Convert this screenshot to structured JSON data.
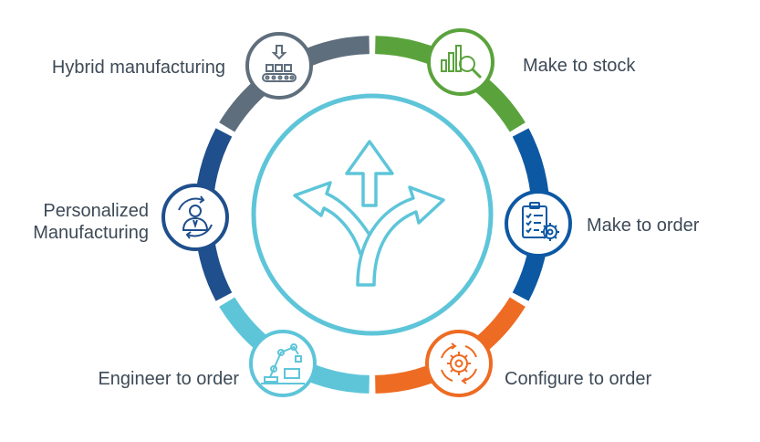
{
  "diagram": {
    "colors": {
      "gray": "#5f6e7d",
      "green": "#5aa33c",
      "navy": "#1f4f8c",
      "blue": "#0d58a3",
      "orange": "#ee6b23",
      "teal": "#5ec5d9",
      "center_ring": "#5ec5d9"
    },
    "center": {
      "icon": "split-arrows-icon"
    },
    "segments": [
      {
        "id": "hybrid",
        "lines": [
          "Hybrid manufacturing"
        ],
        "color": "#5f6e7d",
        "icon": "conveyor-factory-icon"
      },
      {
        "id": "stock",
        "lines": [
          "Make to stock"
        ],
        "color": "#5aa33c",
        "icon": "chart-magnifier-icon"
      },
      {
        "id": "order",
        "lines": [
          "Make to order"
        ],
        "color": "#0d58a3",
        "icon": "clipboard-gear-icon"
      },
      {
        "id": "configure",
        "lines": [
          "Configure to order"
        ],
        "color": "#ee6b23",
        "icon": "gear-cycle-icon"
      },
      {
        "id": "engineer",
        "lines": [
          "Engineer to order"
        ],
        "color": "#5ec5d9",
        "icon": "robot-arm-icon"
      },
      {
        "id": "personalized",
        "lines": [
          "Personalized",
          "Manufacturing"
        ],
        "color": "#1f4f8c",
        "icon": "person-cycle-icon"
      }
    ]
  }
}
